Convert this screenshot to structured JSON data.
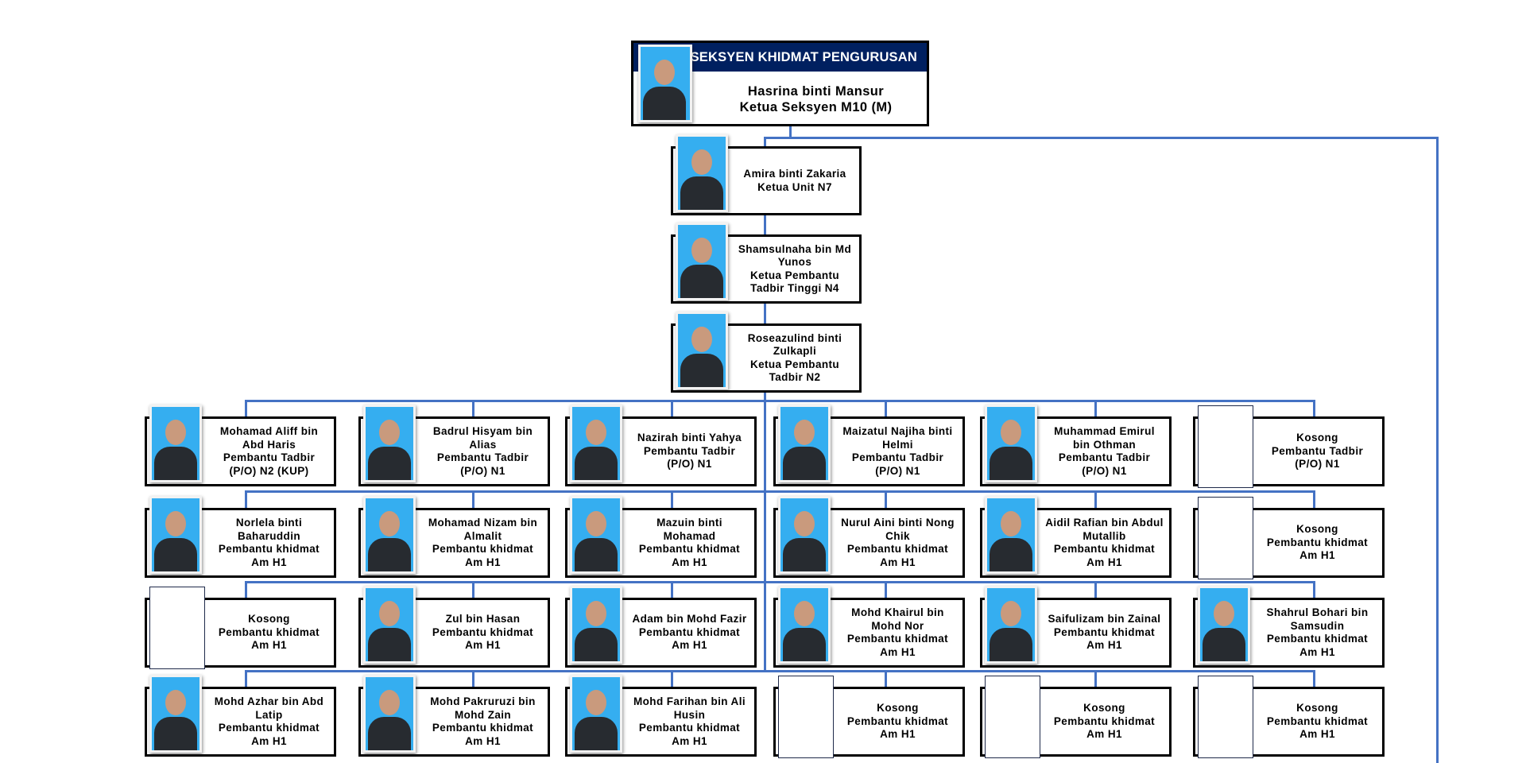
{
  "head": {
    "section_title": "SEKSYEN KHIDMAT PENGURUSAN",
    "name": "Hasrina binti Mansur",
    "position": "Ketua Seksyen M10 (M)"
  },
  "chain": [
    {
      "name": "Amira binti Zakaria",
      "position": "Ketua Unit N7"
    },
    {
      "name": "Shamsulnaha bin Md Yunos",
      "position": "Ketua Pembantu Tadbir Tinggi N4"
    },
    {
      "name": "Roseazulind binti Zulkapli",
      "position": "Ketua Pembantu Tadbir N2"
    }
  ],
  "rows": [
    [
      {
        "name": "Mohamad Aliff bin Abd Haris",
        "position": "Pembantu Tadbir (P/O) N2 (KUP)",
        "vacant": false
      },
      {
        "name": "Badrul Hisyam bin Alias",
        "position": "Pembantu Tadbir (P/O) N1",
        "vacant": false
      },
      {
        "name": "Nazirah binti Yahya",
        "position": "Pembantu Tadbir (P/O) N1",
        "vacant": false
      },
      {
        "name": "Maizatul Najiha binti Helmi",
        "position": "Pembantu Tadbir (P/O) N1",
        "vacant": false
      },
      {
        "name": "Muhammad Emirul bin Othman",
        "position": "Pembantu Tadbir (P/O) N1",
        "vacant": false
      },
      {
        "name": "Kosong",
        "position": "Pembantu Tadbir (P/O) N1",
        "vacant": true
      }
    ],
    [
      {
        "name": "Norlela binti Baharuddin",
        "position": "Pembantu khidmat Am H1",
        "vacant": false
      },
      {
        "name": "Mohamad Nizam bin Almalit",
        "position": "Pembantu khidmat Am H1",
        "vacant": false
      },
      {
        "name": "Mazuin binti Mohamad",
        "position": "Pembantu khidmat Am H1",
        "vacant": false
      },
      {
        "name": "Nurul Aini binti Nong Chik",
        "position": "Pembantu khidmat Am H1",
        "vacant": false
      },
      {
        "name": "Aidil Rafian bin Abdul Mutallib",
        "position": "Pembantu khidmat Am H1",
        "vacant": false
      },
      {
        "name": "Kosong",
        "position": "Pembantu khidmat Am H1",
        "vacant": true
      }
    ],
    [
      {
        "name": "Kosong",
        "position": "Pembantu khidmat Am H1",
        "vacant": true
      },
      {
        "name": "Zul bin Hasan",
        "position": "Pembantu khidmat Am H1",
        "vacant": false
      },
      {
        "name": "Adam bin Mohd Fazir",
        "position": "Pembantu khidmat Am H1",
        "vacant": false
      },
      {
        "name": "Mohd Khairul bin Mohd Nor",
        "position": "Pembantu khidmat Am H1",
        "vacant": false
      },
      {
        "name": "Saifulizam bin Zainal",
        "position": "Pembantu khidmat Am H1",
        "vacant": false
      },
      {
        "name": "Shahrul Bohari bin Samsudin",
        "position": "Pembantu khidmat Am H1",
        "vacant": false
      }
    ],
    [
      {
        "name": "Mohd Azhar bin Abd Latip",
        "position": "Pembantu khidmat Am H1",
        "vacant": false
      },
      {
        "name": "Mohd Pakruruzi bin Mohd Zain",
        "position": "Pembantu khidmat Am H1",
        "vacant": false
      },
      {
        "name": "Mohd Farihan bin Ali Husin",
        "position": "Pembantu khidmat Am H1",
        "vacant": false
      },
      {
        "name": "Kosong",
        "position": "Pembantu khidmat Am H1",
        "vacant": true
      },
      {
        "name": "Kosong",
        "position": "Pembantu khidmat Am H1",
        "vacant": true
      },
      {
        "name": "Kosong",
        "position": "Pembantu khidmat Am H1",
        "vacant": true
      }
    ]
  ],
  "colors": {
    "connector": "#4472c4",
    "header_band": "#002060",
    "photo_bg": "#35aef0"
  }
}
